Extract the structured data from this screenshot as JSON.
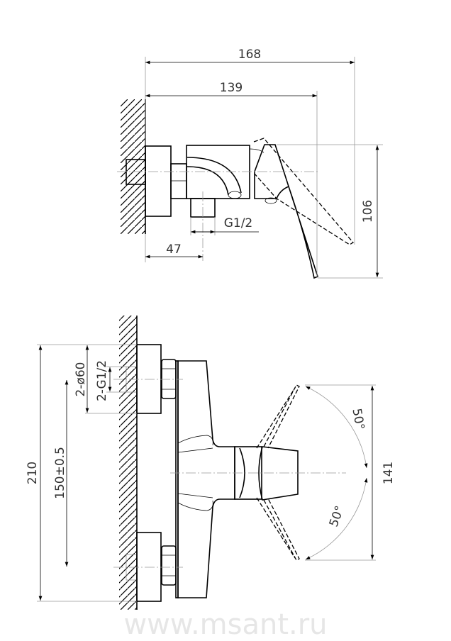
{
  "top_view": {
    "dim_overall_length": "168",
    "dim_handle_length": "139",
    "dim_height": "106",
    "dim_outlet_offset": "47",
    "dim_outlet_thread": "G1/2"
  },
  "front_view": {
    "dim_overall_height": "210",
    "dim_eccentric": "2-ø60",
    "dim_inlet_thread": "2-G1/2",
    "dim_center_distance": "150±0.5",
    "dim_handle_span": "141",
    "angle_upper": "50°",
    "angle_lower": "50°"
  },
  "watermark": "www.msant.ru"
}
